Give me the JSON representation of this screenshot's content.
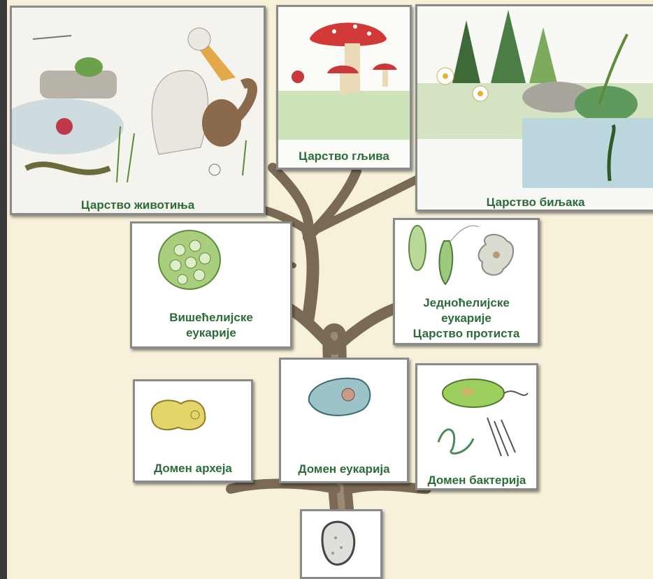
{
  "diagram": {
    "nodes": {
      "animals": {
        "label": "Царство животиња"
      },
      "fungi": {
        "label": "Царство гљива"
      },
      "plants": {
        "label": "Царство биљака"
      },
      "multicellular": {
        "label_line1": "Вишећелијске",
        "label_line2": "еукарије"
      },
      "unicellular": {
        "label_line1": "Једноћелијске",
        "label_line2": "еукарије",
        "label_line3": "Царство протиста"
      },
      "archaea": {
        "label": "Домен археја"
      },
      "eukarya": {
        "label": "Домен еукарија"
      },
      "bacteria": {
        "label": "Домен бактерија"
      },
      "root": {
        "label": ""
      }
    },
    "colors": {
      "label_green": "#2e6b3a",
      "background": "#f7f1da",
      "branch": "#7a6a55"
    }
  }
}
